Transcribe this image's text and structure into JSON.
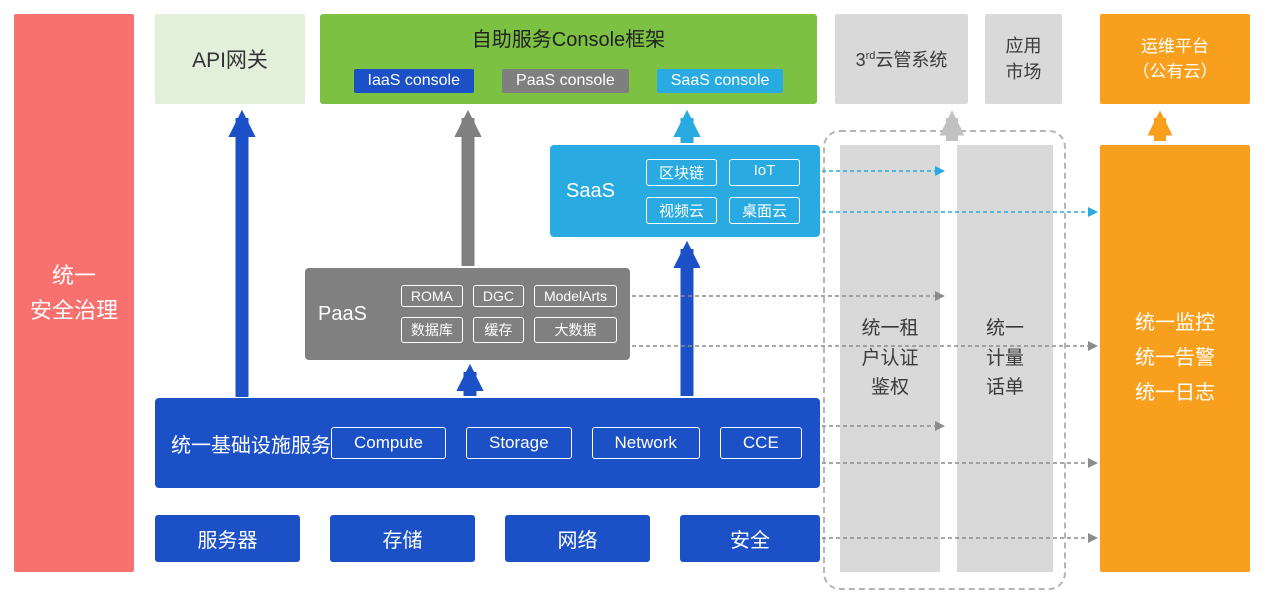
{
  "colors": {
    "red": "#F8716F",
    "light_green": "#E2EFDA",
    "green": "#7CC142",
    "blue": "#1B50C6",
    "gray": "#808080",
    "light_gray": "#D9D9D9",
    "cyan": "#29ABE2",
    "orange": "#F8A01E"
  },
  "security_bar": {
    "lines": [
      "统一",
      "安全治理"
    ]
  },
  "api_gateway": {
    "label": "API网关"
  },
  "console_frame": {
    "title": "自助服务Console框架",
    "consoles": [
      "IaaS console",
      "PaaS console",
      "SaaS console"
    ]
  },
  "third_party_cloud": {
    "prefix": "3",
    "sup": "rd",
    "suffix": "云管系统"
  },
  "app_market": {
    "lines": [
      "应用",
      "市场"
    ]
  },
  "ops_platform": {
    "lines": [
      "运维平台",
      "（公有云）"
    ]
  },
  "saas": {
    "label": "SaaS",
    "items": [
      "区块链",
      "IoT",
      "视频云",
      "桌面云"
    ]
  },
  "paas": {
    "label": "PaaS",
    "items": [
      "ROMA",
      "DGC",
      "ModelArts",
      "数据库",
      "缓存",
      "大数据"
    ]
  },
  "infrastructure": {
    "label": "统一基础设施服务",
    "items": [
      "Compute",
      "Storage",
      "Network",
      "CCE"
    ]
  },
  "hardware": {
    "items": [
      "服务器",
      "存储",
      "网络",
      "安全"
    ]
  },
  "auth_bar": {
    "lines": [
      "统一租",
      "户认证",
      "鉴权"
    ]
  },
  "metering_bar": {
    "lines": [
      "统一",
      "计量",
      "话单"
    ]
  },
  "monitoring_bar": {
    "lines": [
      "统一监控",
      "统一告警",
      "统一日志"
    ]
  }
}
